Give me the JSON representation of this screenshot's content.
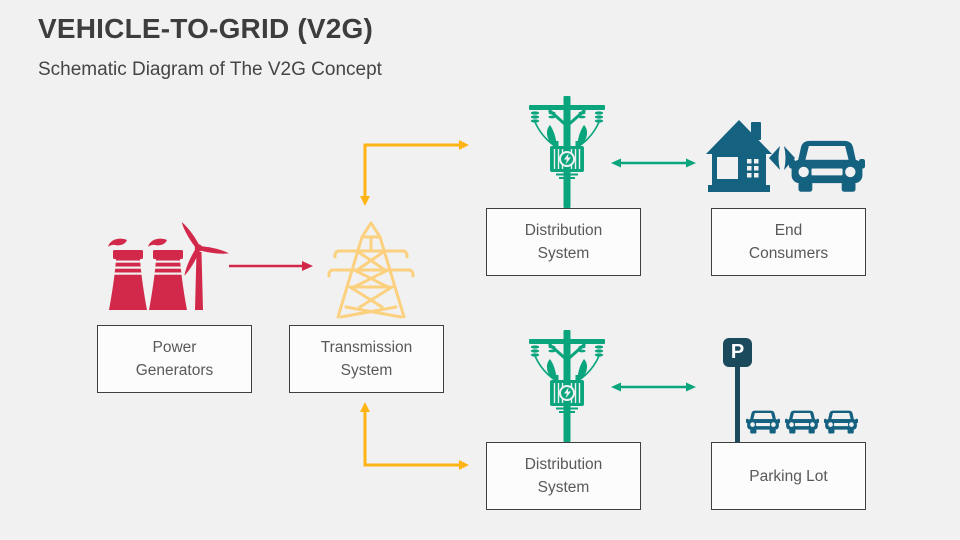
{
  "slide": {
    "title": "VEHICLE-TO-GRID (V2G)",
    "subtitle": "Schematic Diagram of The V2G Concept"
  },
  "colors": {
    "background": "#F1F1F2",
    "title_text": "#3D3D3D",
    "subtitle_text": "#454545",
    "box_fill": "#FCFCFC",
    "box_border": "#3F3F3F",
    "box_text": "#595959",
    "generator_red": "#D2294B",
    "arrow_yellow": "#FFB414",
    "tower_yellow": "#FBD07E",
    "grid_green": "#0AA57D",
    "consumer_teal": "#156180",
    "sign_teal": "#1B4A5C",
    "sign_letter": "#FFFFFF",
    "icon_cutout": "#F1F1F2"
  },
  "nodes": {
    "power_generators": {
      "line1": "Power",
      "line2": "Generators"
    },
    "transmission_system": {
      "line1": "Transmission",
      "line2": "System"
    },
    "distribution_system_top": {
      "line1": "Distribution",
      "line2": "System"
    },
    "end_consumers": {
      "line1": "End",
      "line2": "Consumers"
    },
    "distribution_system_bottom": {
      "line1": "Distribution",
      "line2": "System"
    },
    "parking_lot": {
      "line1": "Parking Lot",
      "line2": ""
    }
  },
  "parking_sign": {
    "letter": "P"
  },
  "icons": {
    "power_generators": "cooling-towers-and-wind-turbine-icon",
    "transmission_system": "transmission-tower-icon",
    "distribution_system": "utility-pole-transformer-icon",
    "end_consumers": "house-plug-car-icon",
    "parking_lot": "parking-sign-cars-icon"
  },
  "connections": [
    {
      "from": "Power Generators",
      "to": "Transmission System",
      "color": "#D2294B",
      "direction": "one-way"
    },
    {
      "from": "Transmission System",
      "to": "Distribution System (top)",
      "color": "#FFB414",
      "direction": "two-way"
    },
    {
      "from": "Transmission System",
      "to": "Distribution System (bottom)",
      "color": "#FFB414",
      "direction": "two-way"
    },
    {
      "from": "Distribution System (top)",
      "to": "End Consumers",
      "color": "#0AA57D",
      "direction": "two-way"
    },
    {
      "from": "Distribution System (bottom)",
      "to": "Parking Lot",
      "color": "#0AA57D",
      "direction": "two-way"
    }
  ]
}
